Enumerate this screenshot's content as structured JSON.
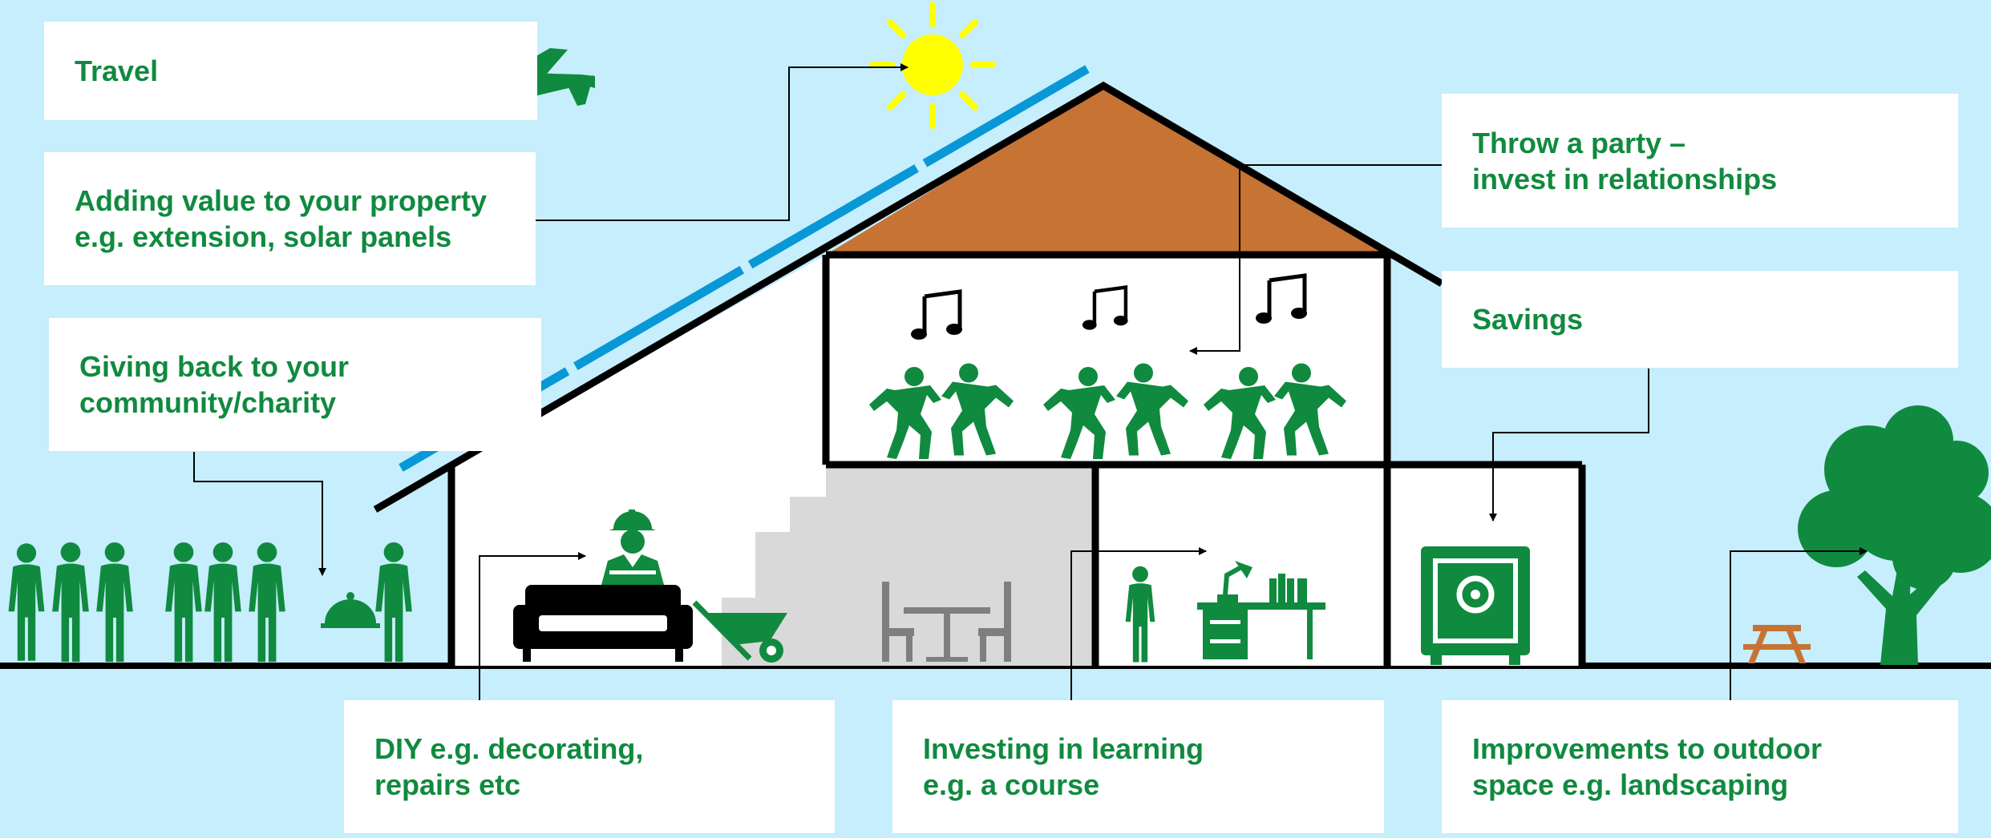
{
  "labels": {
    "travel": {
      "lines": [
        "Travel"
      ]
    },
    "property": {
      "lines": [
        "Adding value to your property",
        "e.g. extension, solar panels"
      ]
    },
    "community": {
      "lines": [
        "Giving back to your",
        "community/charity"
      ]
    },
    "party": {
      "lines": [
        "Throw a party –",
        "invest in relationships"
      ]
    },
    "savings": {
      "lines": [
        "Savings"
      ]
    },
    "diy": {
      "lines": [
        "DIY e.g. decorating,",
        "repairs etc"
      ]
    },
    "learning": {
      "lines": [
        "Investing in learning",
        "e.g. a course"
      ]
    },
    "outdoor": {
      "lines": [
        "Improvements to outdoor",
        "space e.g. landscaping"
      ]
    }
  },
  "colors": {
    "sky": "#c6eefc",
    "green": "#108a3f",
    "roof": "#c77334",
    "sun": "#ffff00",
    "solar": "#0898d6",
    "stairs": "#d9d9d9",
    "furniture_grey": "#7f7f7f"
  },
  "icons": [
    "plane-icon",
    "sun-icon",
    "music-note-icon",
    "dancer-icon",
    "person-icon",
    "food-cloche-icon",
    "builder-icon",
    "sofa-icon",
    "wheelbarrow-icon",
    "table-chairs-icon",
    "desk-lamp-icon",
    "safe-icon",
    "tree-icon",
    "picnic-bench-icon"
  ]
}
